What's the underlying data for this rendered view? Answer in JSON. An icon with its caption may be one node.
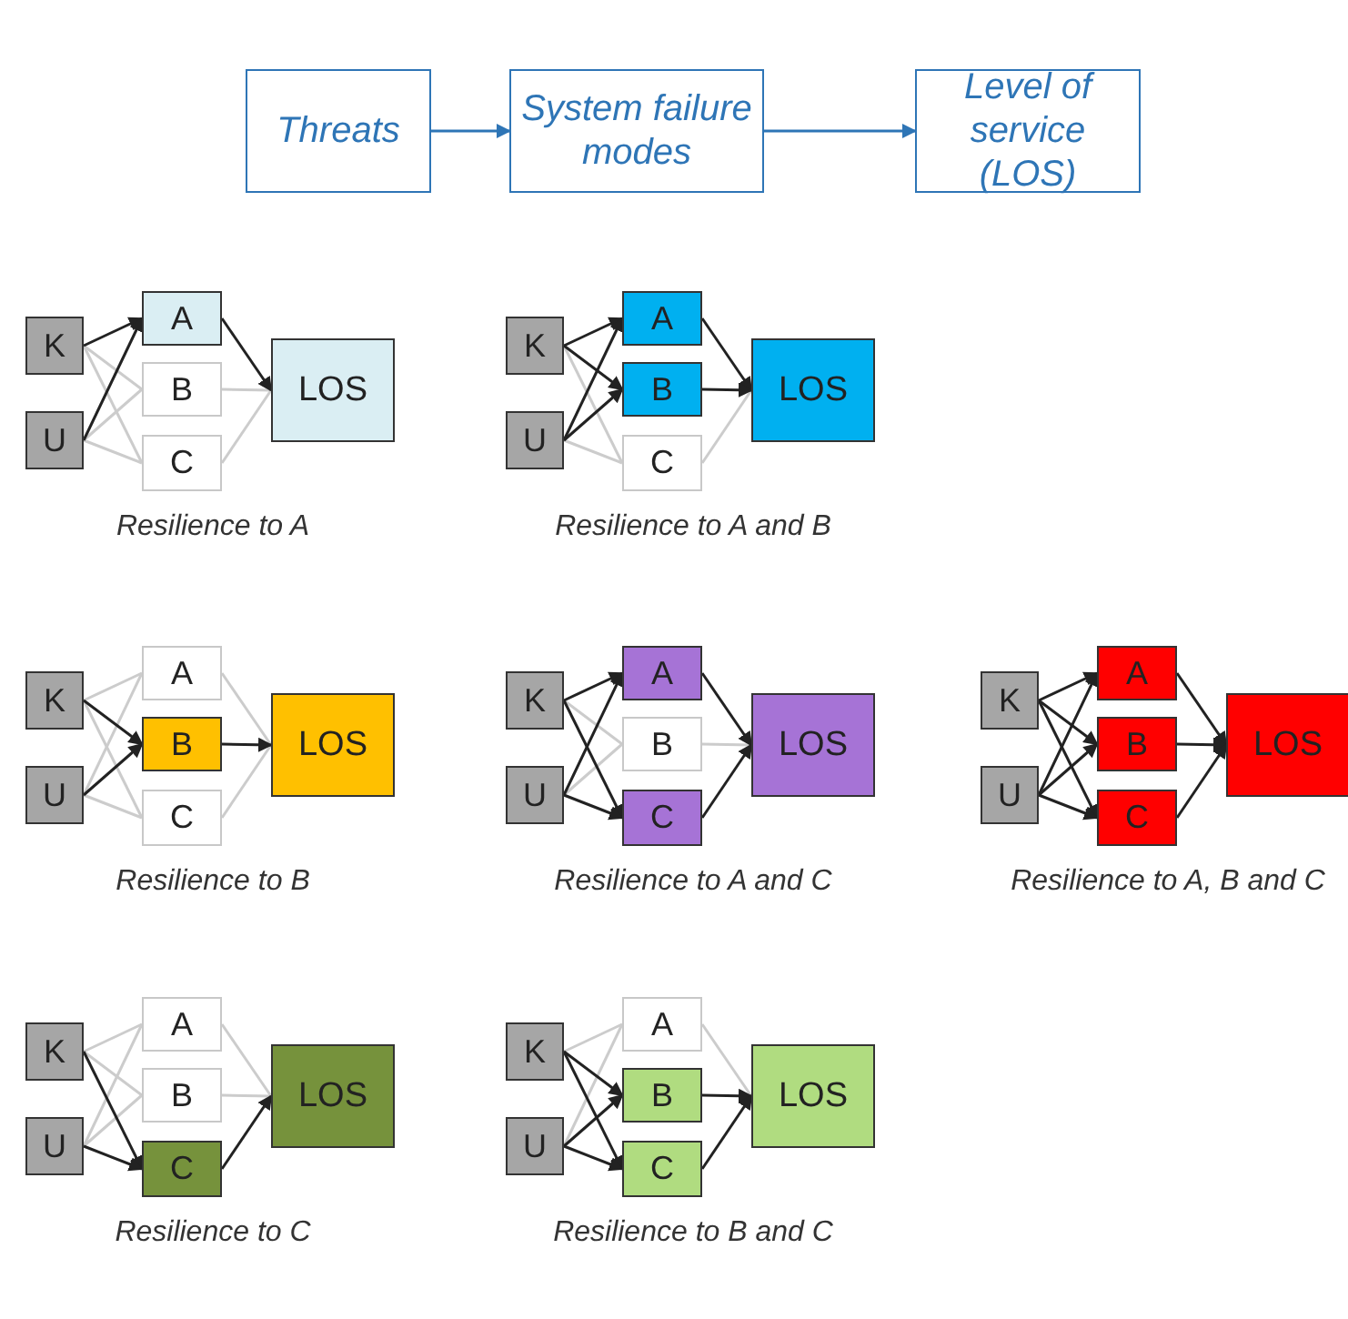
{
  "diagram": {
    "nodes": [
      {
        "text": [
          "Threats"
        ]
      },
      {
        "text": [
          "System failure modes"
        ]
      },
      {
        "text": [
          "Level of service (LOS)"
        ]
      },
      {
        "text": [
          "K"
        ]
      },
      {
        "text": [
          "U"
        ]
      },
      {
        "text": [
          "A"
        ]
      },
      {
        "text": [
          "B"
        ]
      },
      {
        "text": [
          "C"
        ]
      },
      {
        "text": [
          "LOS"
        ]
      },
      {
        "text": [
          "K"
        ]
      },
      {
        "text": [
          "U"
        ]
      },
      {
        "text": [
          "A"
        ]
      },
      {
        "text": [
          "B"
        ]
      },
      {
        "text": [
          "C"
        ]
      },
      {
        "text": [
          "LOS"
        ]
      },
      {
        "text": [
          "K"
        ]
      },
      {
        "text": [
          "U"
        ]
      },
      {
        "text": [
          "A"
        ]
      },
      {
        "text": [
          "B"
        ]
      },
      {
        "text": [
          "C"
        ]
      },
      {
        "text": [
          "LOS"
        ]
      },
      {
        "text": [
          "K"
        ]
      },
      {
        "text": [
          "U"
        ]
      },
      {
        "text": [
          "A"
        ]
      },
      {
        "text": [
          "B"
        ]
      },
      {
        "text": [
          "C"
        ]
      },
      {
        "text": [
          "LOS"
        ]
      },
      {
        "text": [
          "K"
        ]
      },
      {
        "text": [
          "U"
        ]
      },
      {
        "text": [
          "A"
        ]
      },
      {
        "text": [
          "B"
        ]
      },
      {
        "text": [
          "C"
        ]
      },
      {
        "text": [
          "LOS"
        ]
      },
      {
        "text": [
          "K"
        ]
      },
      {
        "text": [
          "U"
        ]
      },
      {
        "text": [
          "A"
        ]
      },
      {
        "text": [
          "B"
        ]
      },
      {
        "text": [
          "C"
        ]
      },
      {
        "text": [
          "LOS"
        ]
      },
      {
        "text": [
          "K"
        ]
      },
      {
        "text": [
          "U"
        ]
      },
      {
        "text": [
          "A"
        ]
      },
      {
        "text": [
          "B"
        ]
      },
      {
        "text": [
          "C"
        ]
      },
      {
        "text": [
          "LOS"
        ]
      }
    ],
    "edges": [
      {
        "from": 0,
        "to": 1,
        "arrow": "to",
        "color": "#2e75b6"
      },
      {
        "from": 1,
        "to": 2,
        "arrow": "to",
        "color": "#2e75b6"
      },
      {
        "from": 3,
        "to": 5,
        "arrow": "to"
      },
      {
        "from": 3,
        "to": 6,
        "arrow": "none",
        "color": "#cccccc"
      },
      {
        "from": 3,
        "to": 7,
        "arrow": "none",
        "color": "#cccccc"
      },
      {
        "from": 4,
        "to": 5,
        "arrow": "to"
      },
      {
        "from": 4,
        "to": 6,
        "arrow": "none",
        "color": "#cccccc"
      },
      {
        "from": 4,
        "to": 7,
        "arrow": "none",
        "color": "#cccccc"
      },
      {
        "from": 5,
        "to": 8,
        "arrow": "to"
      },
      {
        "from": 6,
        "to": 8,
        "arrow": "none",
        "color": "#cccccc"
      },
      {
        "from": 7,
        "to": 8,
        "arrow": "none",
        "color": "#cccccc"
      },
      {
        "from": 9,
        "to": 11,
        "arrow": "to"
      },
      {
        "from": 9,
        "to": 12,
        "arrow": "to"
      },
      {
        "from": 9,
        "to": 13,
        "arrow": "none",
        "color": "#cccccc"
      },
      {
        "from": 10,
        "to": 11,
        "arrow": "to"
      },
      {
        "from": 10,
        "to": 12,
        "arrow": "to"
      },
      {
        "from": 10,
        "to": 13,
        "arrow": "none",
        "color": "#cccccc"
      },
      {
        "from": 11,
        "to": 14,
        "arrow": "to"
      },
      {
        "from": 12,
        "to": 14,
        "arrow": "to"
      },
      {
        "from": 13,
        "to": 14,
        "arrow": "none",
        "color": "#cccccc"
      },
      {
        "from": 15,
        "to": 17,
        "arrow": "none",
        "color": "#cccccc"
      },
      {
        "from": 15,
        "to": 18,
        "arrow": "to"
      },
      {
        "from": 15,
        "to": 19,
        "arrow": "none",
        "color": "#cccccc"
      },
      {
        "from": 16,
        "to": 17,
        "arrow": "none",
        "color": "#cccccc"
      },
      {
        "from": 16,
        "to": 18,
        "arrow": "to"
      },
      {
        "from": 16,
        "to": 19,
        "arrow": "none",
        "color": "#cccccc"
      },
      {
        "from": 17,
        "to": 20,
        "arrow": "none",
        "color": "#cccccc"
      },
      {
        "from": 18,
        "to": 20,
        "arrow": "to"
      },
      {
        "from": 19,
        "to": 20,
        "arrow": "none",
        "color": "#cccccc"
      },
      {
        "from": 21,
        "to": 23,
        "arrow": "to"
      },
      {
        "from": 21,
        "to": 24,
        "arrow": "none",
        "color": "#cccccc"
      },
      {
        "from": 21,
        "to": 25,
        "arrow": "to"
      },
      {
        "from": 22,
        "to": 23,
        "arrow": "to"
      },
      {
        "from": 22,
        "to": 24,
        "arrow": "none",
        "color": "#cccccc"
      },
      {
        "from": 22,
        "to": 25,
        "arrow": "to"
      },
      {
        "from": 23,
        "to": 26,
        "arrow": "to"
      },
      {
        "from": 24,
        "to": 26,
        "arrow": "none",
        "color": "#cccccc"
      },
      {
        "from": 25,
        "to": 26,
        "arrow": "to"
      },
      {
        "from": 27,
        "to": 29,
        "arrow": "to"
      },
      {
        "from": 27,
        "to": 30,
        "arrow": "to"
      },
      {
        "from": 27,
        "to": 31,
        "arrow": "to"
      },
      {
        "from": 28,
        "to": 29,
        "arrow": "to"
      },
      {
        "from": 28,
        "to": 30,
        "arrow": "to"
      },
      {
        "from": 28,
        "to": 31,
        "arrow": "to"
      },
      {
        "from": 29,
        "to": 32,
        "arrow": "to"
      },
      {
        "from": 30,
        "to": 32,
        "arrow": "to"
      },
      {
        "from": 31,
        "to": 32,
        "arrow": "to"
      },
      {
        "from": 33,
        "to": 35,
        "arrow": "none",
        "color": "#cccccc"
      },
      {
        "from": 33,
        "to": 36,
        "arrow": "none",
        "color": "#cccccc"
      },
      {
        "from": 33,
        "to": 37,
        "arrow": "to"
      },
      {
        "from": 34,
        "to": 35,
        "arrow": "none",
        "color": "#cccccc"
      },
      {
        "from": 34,
        "to": 36,
        "arrow": "none",
        "color": "#cccccc"
      },
      {
        "from": 34,
        "to": 37,
        "arrow": "to"
      },
      {
        "from": 35,
        "to": 38,
        "arrow": "none",
        "color": "#cccccc"
      },
      {
        "from": 36,
        "to": 38,
        "arrow": "none",
        "color": "#cccccc"
      },
      {
        "from": 37,
        "to": 38,
        "arrow": "to"
      },
      {
        "from": 39,
        "to": 41,
        "arrow": "none",
        "color": "#cccccc"
      },
      {
        "from": 39,
        "to": 42,
        "arrow": "to"
      },
      {
        "from": 39,
        "to": 43,
        "arrow": "to"
      },
      {
        "from": 40,
        "to": 41,
        "arrow": "none",
        "color": "#cccccc"
      },
      {
        "from": 40,
        "to": 42,
        "arrow": "to"
      },
      {
        "from": 40,
        "to": 43,
        "arrow": "to"
      },
      {
        "from": 41,
        "to": 44,
        "arrow": "none",
        "color": "#cccccc"
      },
      {
        "from": 42,
        "to": 44,
        "arrow": "to"
      },
      {
        "from": 43,
        "to": 44,
        "arrow": "to"
      }
    ],
    "labels": [
      "Resilience to A",
      "Resilience to A and B",
      "Resilience to B",
      "Resilience to A and C",
      "Resilience to A, B and C",
      "Resilience to C",
      "Resilience to B and C"
    ]
  }
}
